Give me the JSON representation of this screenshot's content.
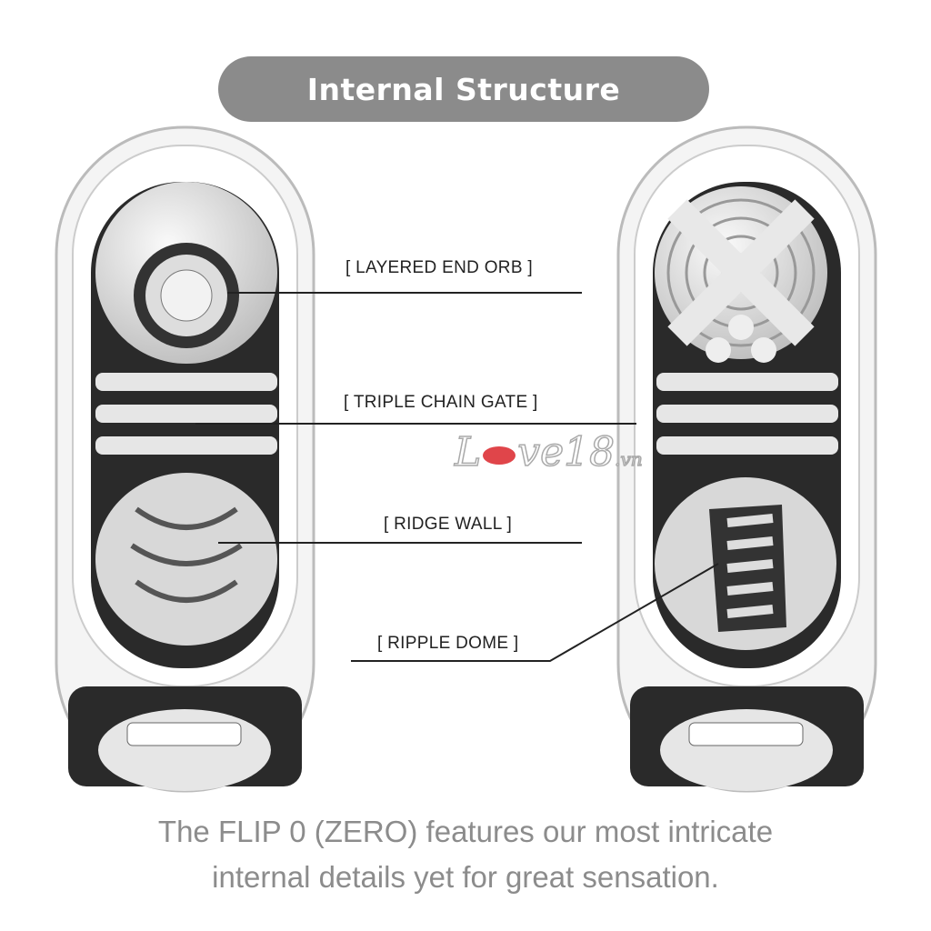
{
  "title": "Internal Structure",
  "labels": {
    "end_orb": "[ LAYERED END ORB ]",
    "chain_gate": "[ TRIPLE CHAIN GATE ]",
    "ridge_wall": "[ RIDGE WALL ]",
    "ripple_dome": "[ RIPPLE DOME ]"
  },
  "caption": {
    "line1": "The FLIP 0 (ZERO) features our most intricate",
    "line2": "internal details yet for great sensation."
  },
  "watermark": "Love18.vn",
  "colors": {
    "pill": "#8b8b8b",
    "caption": "#8c8c8c",
    "lips": "#e0454a"
  }
}
